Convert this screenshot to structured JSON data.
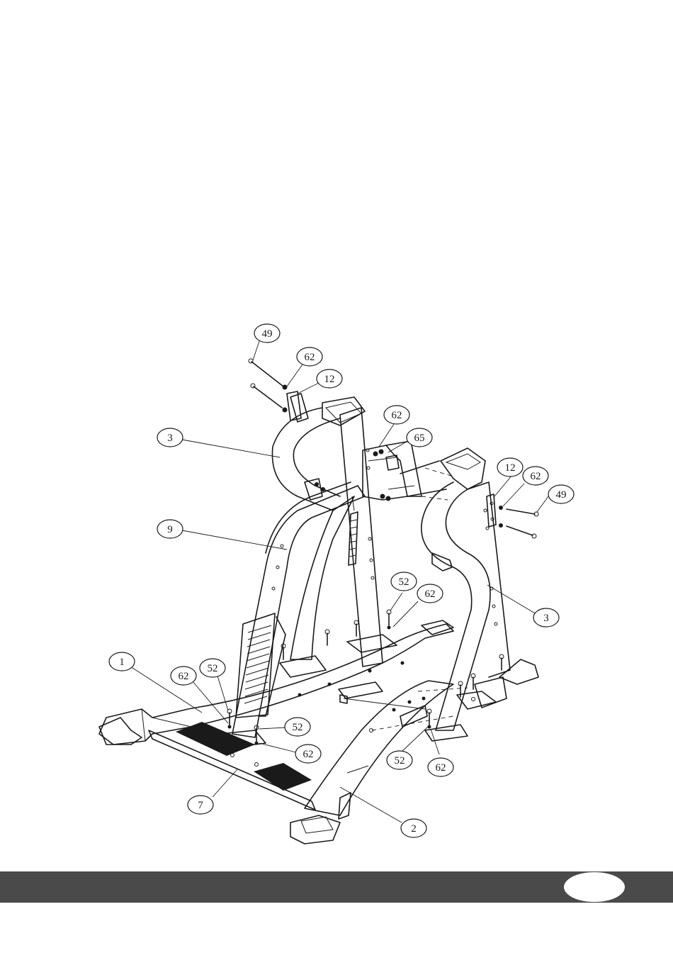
{
  "diagram": {
    "callouts": [
      {
        "id": "c49a",
        "label": "49"
      },
      {
        "id": "c62a",
        "label": "62"
      },
      {
        "id": "c12a",
        "label": "12"
      },
      {
        "id": "c3a",
        "label": "3"
      },
      {
        "id": "c62b",
        "label": "62"
      },
      {
        "id": "c65",
        "label": "65"
      },
      {
        "id": "c12b",
        "label": "12"
      },
      {
        "id": "c62c",
        "label": "62"
      },
      {
        "id": "c49b",
        "label": "49"
      },
      {
        "id": "c9",
        "label": "9"
      },
      {
        "id": "c52a",
        "label": "52"
      },
      {
        "id": "c62d",
        "label": "62"
      },
      {
        "id": "c3b",
        "label": "3"
      },
      {
        "id": "c1",
        "label": "1"
      },
      {
        "id": "c62e",
        "label": "62"
      },
      {
        "id": "c52b",
        "label": "52"
      },
      {
        "id": "c52c",
        "label": "52"
      },
      {
        "id": "c62f",
        "label": "62"
      },
      {
        "id": "c52d",
        "label": "52"
      },
      {
        "id": "c62g",
        "label": "62"
      },
      {
        "id": "c7",
        "label": "7"
      },
      {
        "id": "c2",
        "label": "2"
      }
    ]
  },
  "footer": {
    "bar_color": "#4a4a4a",
    "page_number": ""
  }
}
